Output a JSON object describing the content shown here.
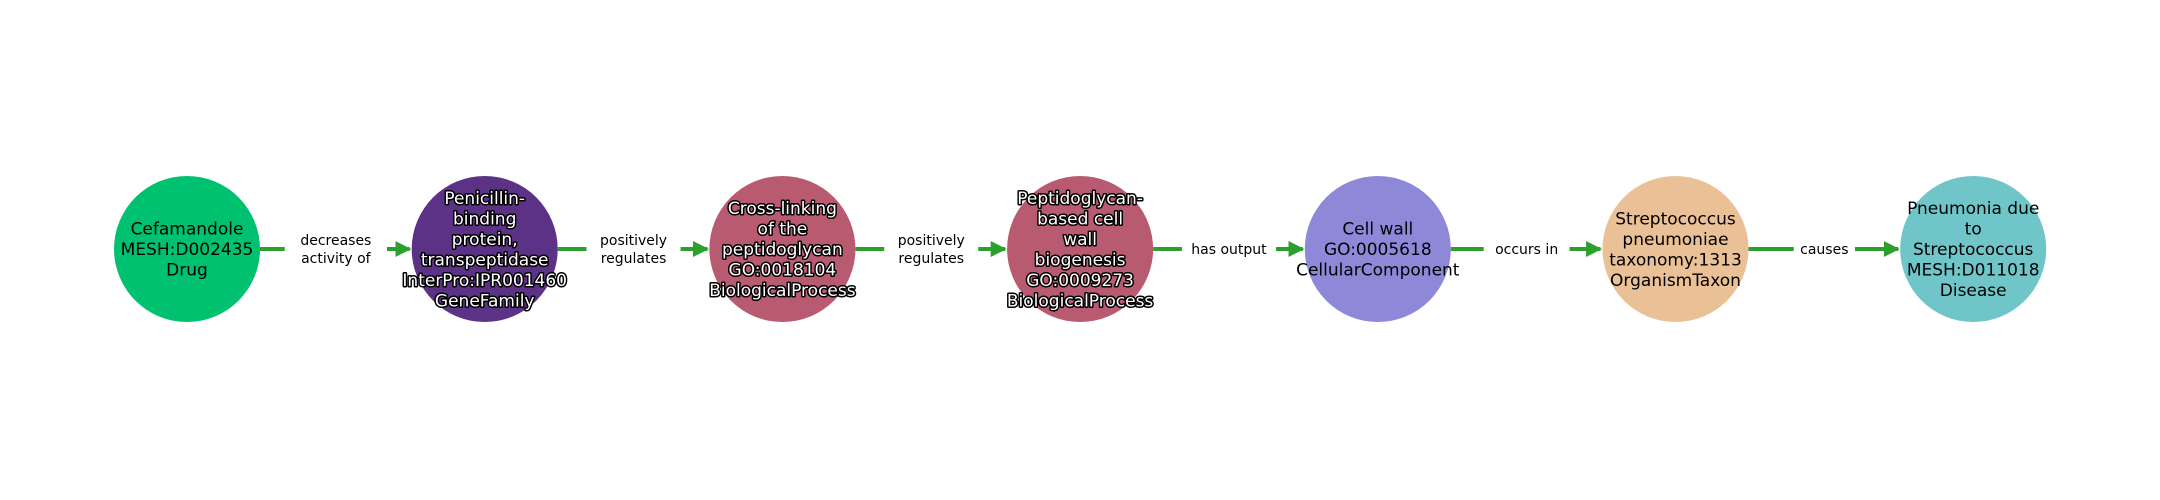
{
  "graph": {
    "edge_color": "#2ca02c",
    "nodes": [
      {
        "lines": [
          "Cefamandole",
          "MESH:D002435",
          "Drug"
        ],
        "color": "#00c170",
        "outlined": false
      },
      {
        "lines": [
          "Penicillin-",
          "binding",
          "protein,",
          "transpeptidase",
          "InterPro:IPR001460",
          "GeneFamily"
        ],
        "color": "#5b3286",
        "outlined": true
      },
      {
        "lines": [
          "Cross-linking",
          "of the",
          "peptidoglycan",
          "GO:0018104",
          "BiologicalProcess"
        ],
        "color": "#b85a70",
        "outlined": true
      },
      {
        "lines": [
          "Peptidoglycan-",
          "based cell",
          "wall",
          "biogenesis",
          "GO:0009273",
          "BiologicalProcess"
        ],
        "color": "#b85a70",
        "outlined": true
      },
      {
        "lines": [
          "Cell wall",
          "GO:0005618",
          "CellularComponent"
        ],
        "color": "#8e88d8",
        "outlined": false
      },
      {
        "lines": [
          "Streptococcus",
          "pneumoniae",
          "taxonomy:1313",
          "OrganismTaxon"
        ],
        "color": "#eac096",
        "outlined": false
      },
      {
        "lines": [
          "Pneumonia due",
          "to",
          "Streptococcus",
          "MESH:D011018",
          "Disease"
        ],
        "color": "#70c5c9",
        "outlined": false
      }
    ],
    "edges": [
      {
        "lines": [
          "decreases",
          "activity of"
        ]
      },
      {
        "lines": [
          "positively",
          "regulates"
        ]
      },
      {
        "lines": [
          "positively",
          "regulates"
        ]
      },
      {
        "lines": [
          "has output"
        ]
      },
      {
        "lines": [
          "occurs in"
        ]
      },
      {
        "lines": [
          "causes"
        ]
      }
    ]
  }
}
